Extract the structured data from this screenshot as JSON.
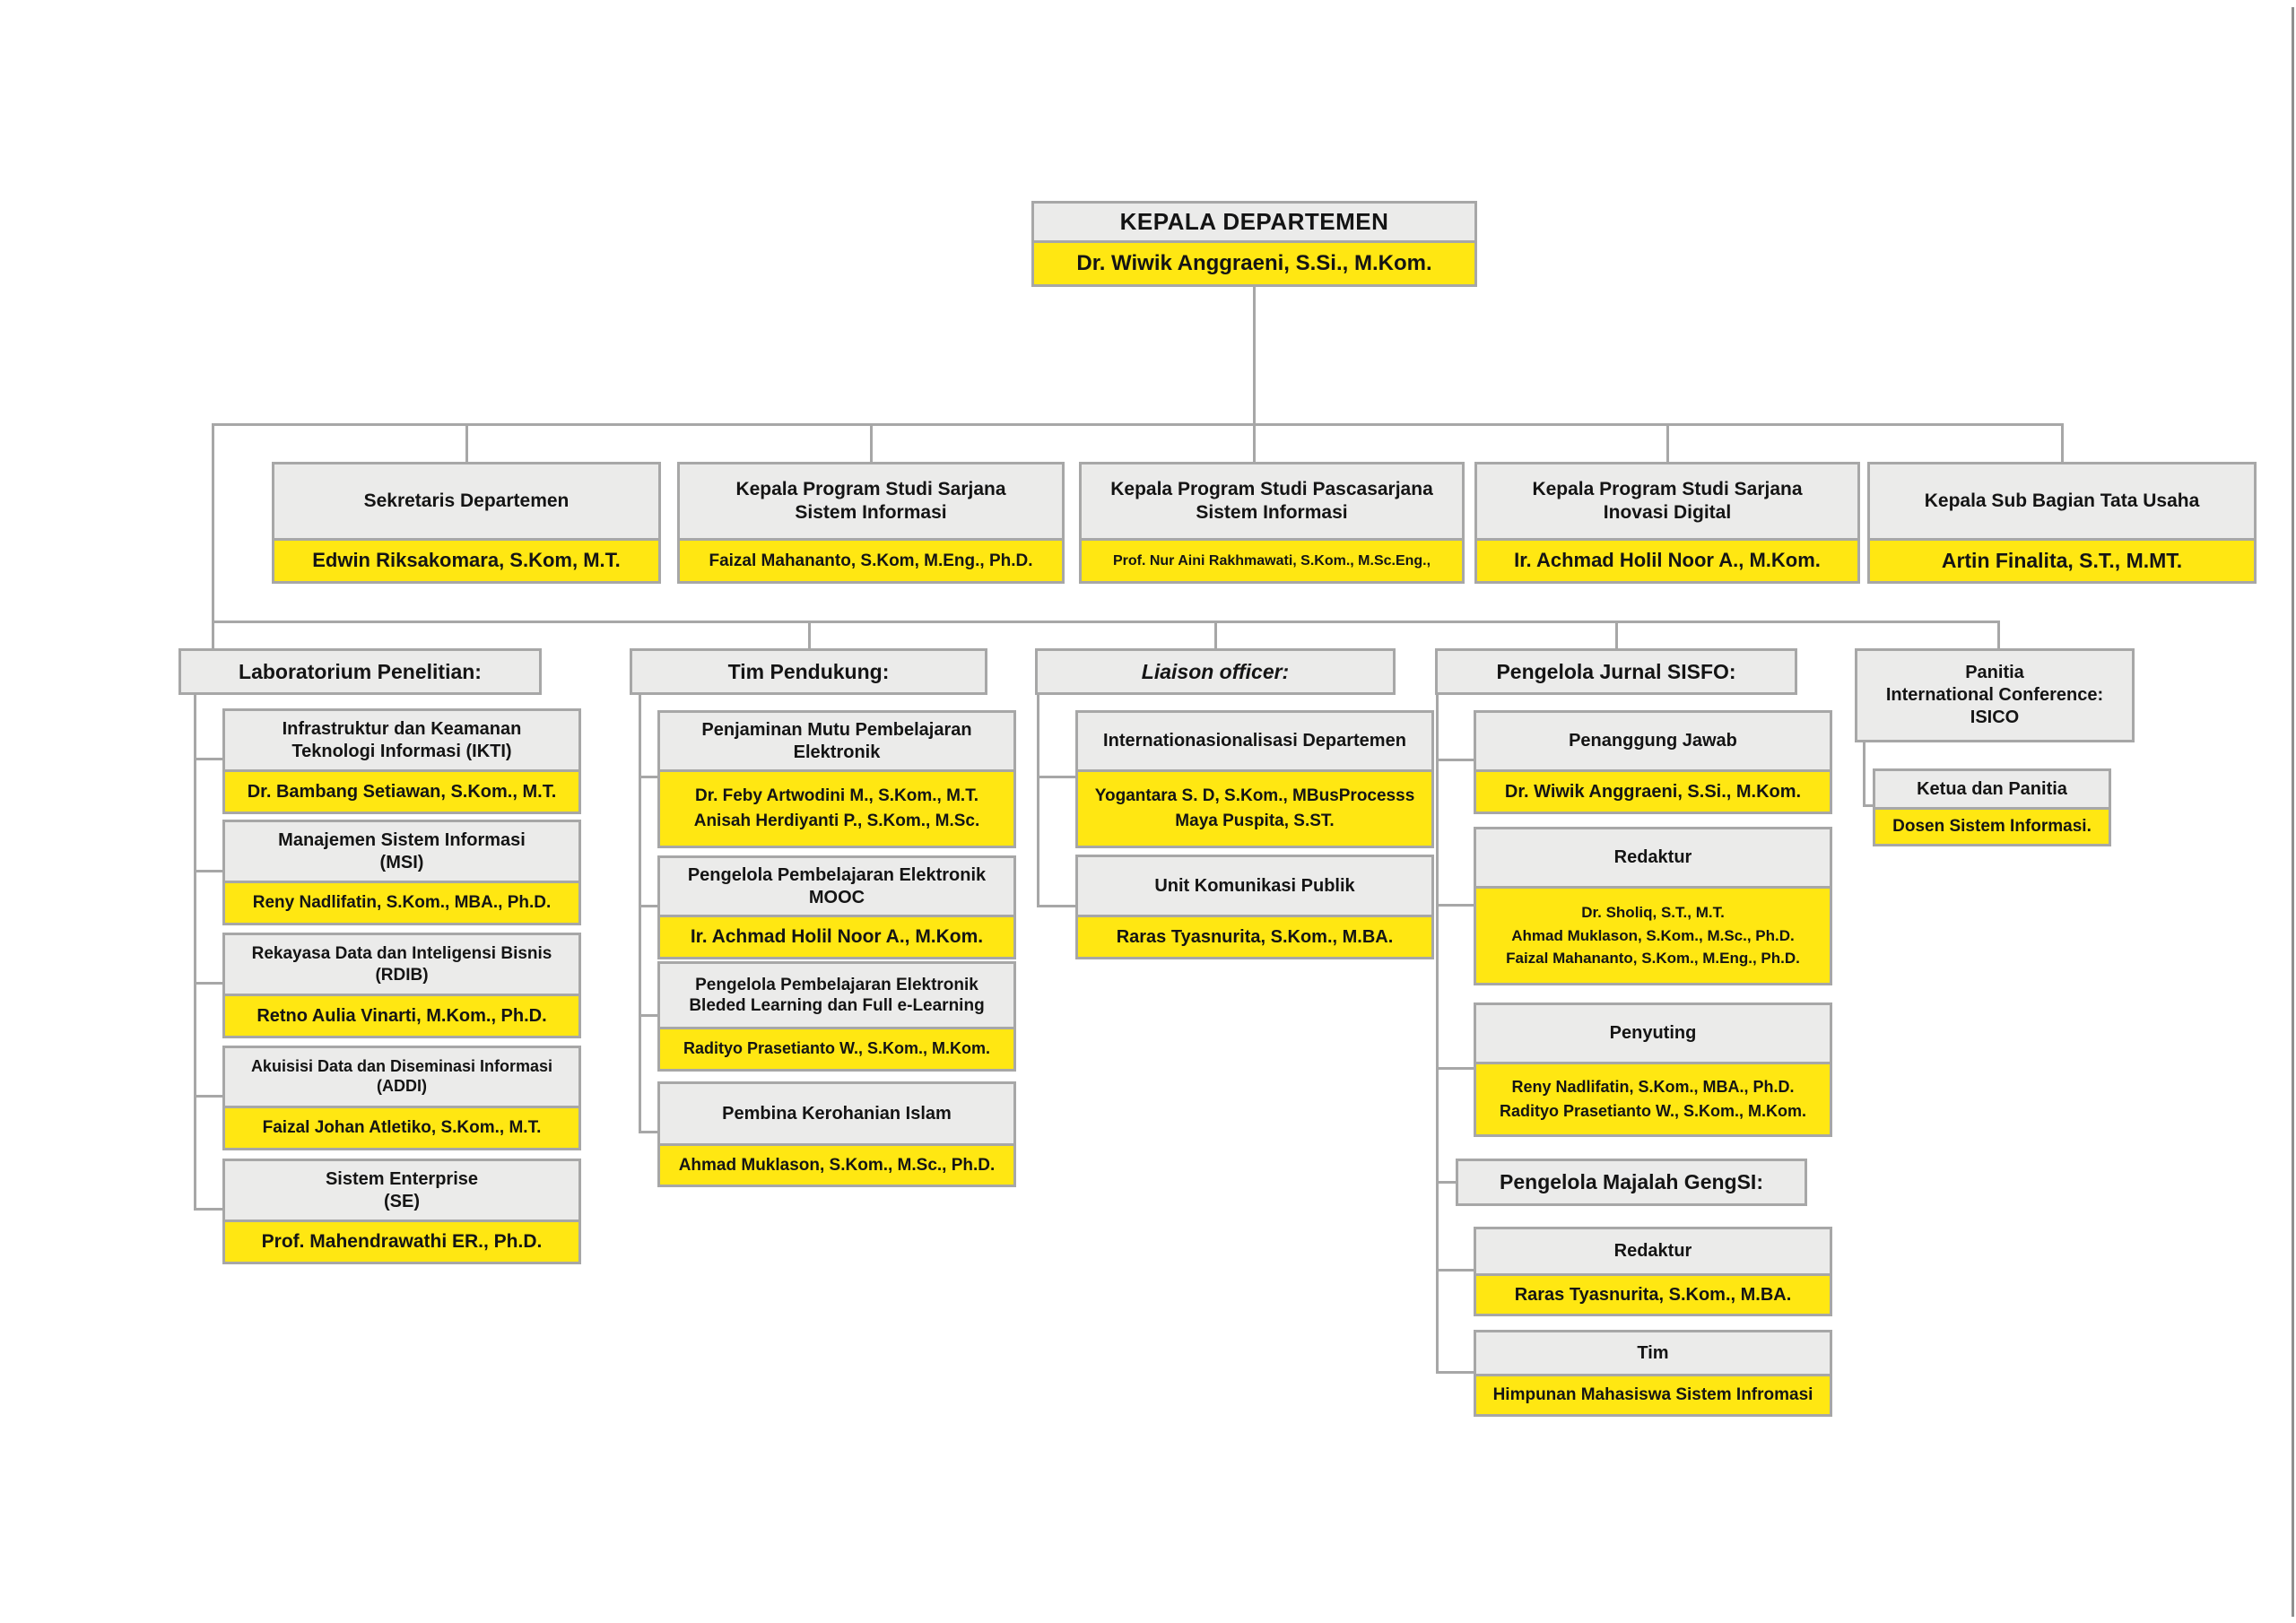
{
  "colors": {
    "yellow": "#FFE712",
    "header_grey": "#EBEBEA",
    "border_grey": "#A7A7A7",
    "text": "#141414"
  },
  "root": {
    "title": "KEPALA DEPARTEMEN",
    "name": "Dr. Wiwik Anggraeni, S.Si., M.Kom."
  },
  "level2": [
    {
      "title": "Sekretaris Departemen",
      "name": "Edwin Riksakomara, S.Kom, M.T."
    },
    {
      "title": "Kepala Program Studi Sarjana\nSistem Informasi",
      "name": "Faizal Mahananto, S.Kom, M.Eng., Ph.D."
    },
    {
      "title": "Kepala Program Studi Pascasarjana\nSistem Informasi",
      "name": "Prof. Nur Aini Rakhmawati, S.Kom., M.Sc.Eng.,"
    },
    {
      "title": "Kepala Program Studi Sarjana\nInovasi Digital",
      "name": "Ir. Achmad Holil Noor A., M.Kom."
    },
    {
      "title": "Kepala Sub Bagian Tata Usaha",
      "name": "Artin Finalita, S.T., M.MT."
    }
  ],
  "groups": [
    {
      "header": "Laboratorium Penelitian:",
      "children": [
        {
          "title": "Infrastruktur dan Keamanan\nTeknologi Informasi (IKTI)",
          "name": "Dr. Bambang Setiawan, S.Kom., M.T."
        },
        {
          "title": "Manajemen Sistem Informasi\n(MSI)",
          "name": "Reny Nadlifatin, S.Kom., MBA., Ph.D."
        },
        {
          "title": "Rekayasa Data dan Inteligensi Bisnis\n(RDIB)",
          "name": "Retno Aulia Vinarti, M.Kom., Ph.D."
        },
        {
          "title": "Akuisisi Data dan Diseminasi Informasi\n(ADDI)",
          "name": "Faizal Johan Atletiko, S.Kom., M.T."
        },
        {
          "title": "Sistem Enterprise\n(SE)",
          "name": "Prof. Mahendrawathi ER., Ph.D."
        }
      ]
    },
    {
      "header": "Tim Pendukung:",
      "children": [
        {
          "title": "Penjaminan Mutu Pembelajaran\nElektronik",
          "name": "Dr. Feby Artwodini M., S.Kom., M.T.\nAnisah Herdiyanti P., S.Kom., M.Sc."
        },
        {
          "title": "Pengelola Pembelajaran Elektronik\nMOOC",
          "name": "Ir. Achmad Holil Noor A., M.Kom."
        },
        {
          "title": "Pengelola Pembelajaran Elektronik\nBleded Learning dan Full e-Learning",
          "name": "Radityo Prasetianto W., S.Kom., M.Kom."
        },
        {
          "title": "Pembina Kerohanian Islam",
          "name": "Ahmad Muklason, S.Kom., M.Sc., Ph.D."
        }
      ]
    },
    {
      "header": "Liaison officer:",
      "children": [
        {
          "title": "Internationasionalisasi Departemen",
          "name": "Yogantara S. D, S.Kom., MBusProcesss\nMaya Puspita, S.ST."
        },
        {
          "title": "Unit Komunikasi Publik",
          "name": "Raras Tyasnurita, S.Kom., M.BA."
        }
      ]
    },
    {
      "header": "Pengelola Jurnal SISFO:",
      "children": [
        {
          "title": "Penanggung Jawab",
          "name": "Dr. Wiwik Anggraeni, S.Si., M.Kom."
        },
        {
          "title": "Redaktur",
          "name": "Dr. Sholiq, S.T., M.T.\nAhmad Muklason, S.Kom., M.Sc., Ph.D.\nFaizal Mahananto, S.Kom., M.Eng., Ph.D."
        },
        {
          "title": "Penyuting",
          "name": "Reny Nadlifatin, S.Kom., MBA., Ph.D.\nRadityo Prasetianto W., S.Kom., M.Kom."
        }
      ],
      "subheader": "Pengelola Majalah GengSI:",
      "subchildren": [
        {
          "title": "Redaktur",
          "name": "Raras Tyasnurita, S.Kom., M.BA."
        },
        {
          "title": "Tim",
          "name": "Himpunan Mahasiswa Sistem Infromasi"
        }
      ]
    },
    {
      "header": "Panitia\nInternational Conference:\nISICO",
      "children": [
        {
          "title": "Ketua dan Panitia",
          "name": "Dosen Sistem Informasi."
        }
      ]
    }
  ]
}
